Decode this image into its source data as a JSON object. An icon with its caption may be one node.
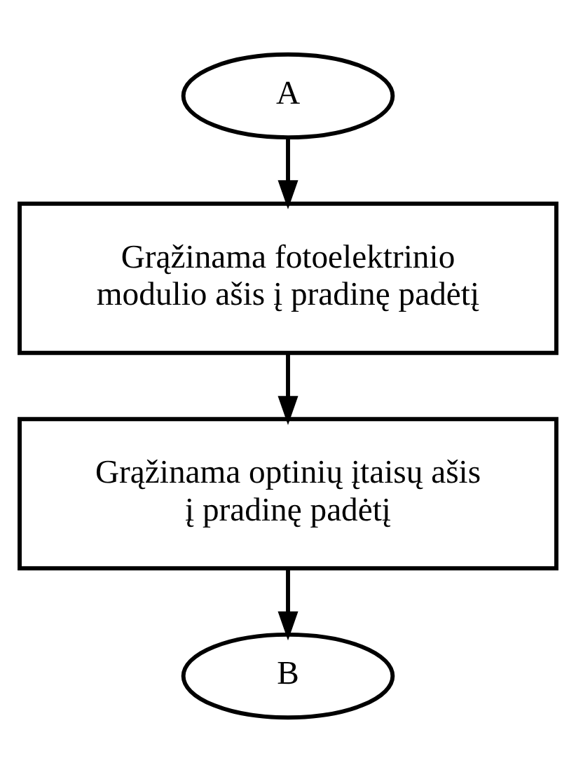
{
  "diagram": {
    "nodes": [
      {
        "text": [
          "A"
        ]
      },
      {
        "text": [
          "Grąžinama fotoelektrinio modulio ašis į pradinę padėtį"
        ]
      },
      {
        "text": [
          "Grąžinama optinių įtaisų ašis į pradinę padėtį"
        ]
      },
      {
        "text": [
          "B"
        ]
      }
    ],
    "edges": [
      {
        "from": 0,
        "to": 1,
        "arrow": "to"
      },
      {
        "from": 1,
        "to": 2,
        "arrow": "to"
      },
      {
        "from": 2,
        "to": 3,
        "arrow": "to"
      }
    ]
  }
}
